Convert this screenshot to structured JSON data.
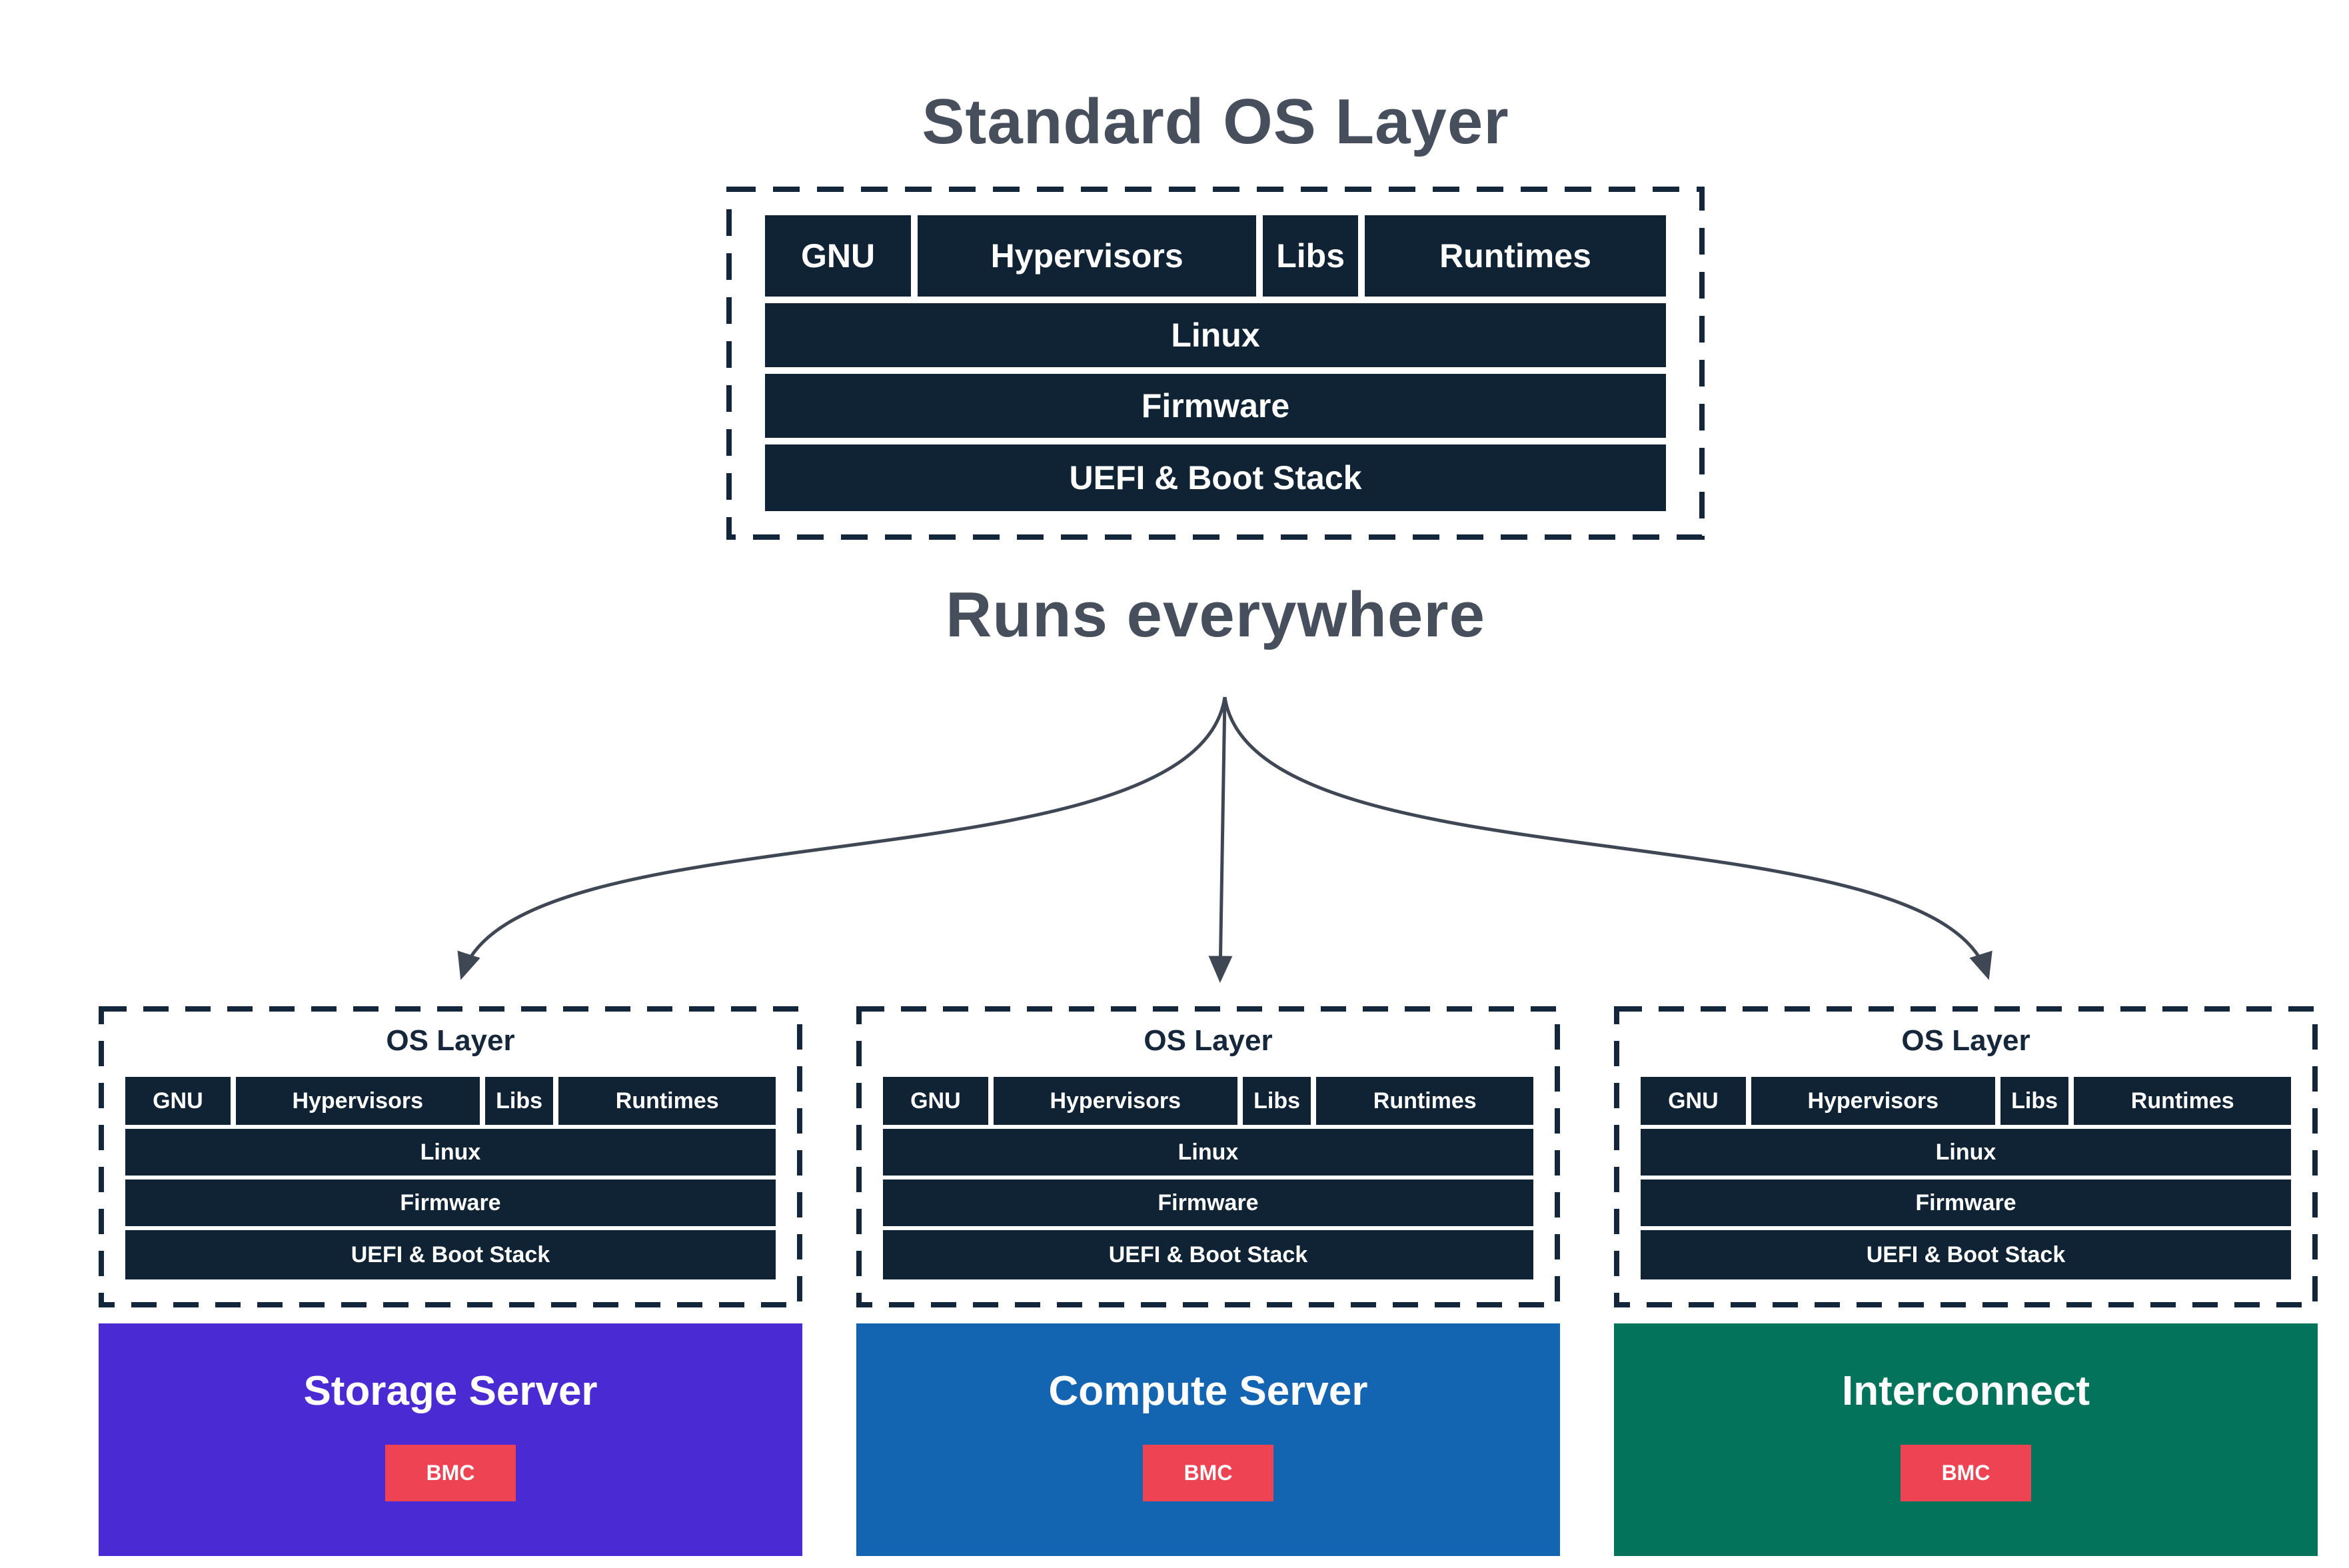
{
  "page": {
    "title": "Standard OS Layer",
    "subtitle": "Runs everywhere"
  },
  "os_stack": {
    "top_row": [
      {
        "label": "GNU"
      },
      {
        "label": "Hypervisors"
      },
      {
        "label": "Libs"
      },
      {
        "label": "Runtimes"
      }
    ],
    "layers": [
      {
        "label": "Linux"
      },
      {
        "label": "Firmware"
      },
      {
        "label": "UEFI & Boot Stack"
      }
    ]
  },
  "nodes": [
    {
      "os_layer_title": "OS Layer",
      "name": "Storage Server",
      "bmc": "BMC",
      "color": "#4a2ad2"
    },
    {
      "os_layer_title": "OS Layer",
      "name": "Compute Server",
      "bmc": "BMC",
      "color": "#1465b1"
    },
    {
      "os_layer_title": "OS Layer",
      "name": "Interconnect",
      "bmc": "BMC",
      "color": "#03745b"
    }
  ],
  "colors": {
    "stack_cell_navy": "#0f2334",
    "dashed_border_navy": "#13263a",
    "heading_slate": "#474f5d",
    "arrow_slate": "#3f4754",
    "bmc_red": "#ee4352",
    "storage_purple": "#4a2ad2",
    "compute_blue": "#1465b1",
    "interconnect_green": "#03745b",
    "cell_text_white": "#ffffff"
  }
}
